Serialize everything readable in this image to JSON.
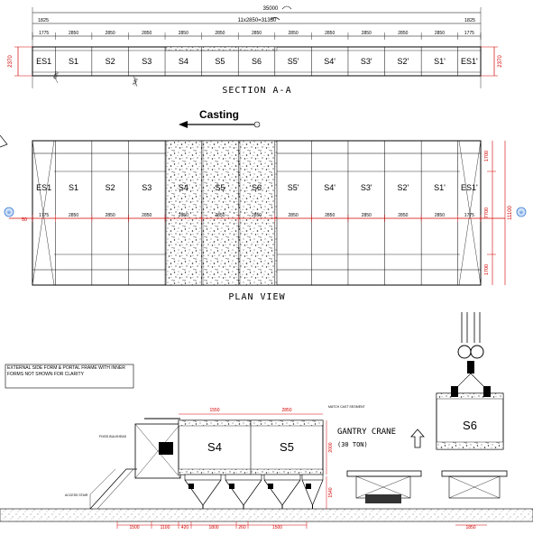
{
  "section_aa": {
    "title": "SECTION A-A",
    "overall_dim": "35000",
    "span_dim": "11x2850=31350",
    "end_dim_left": "1825",
    "end_dim_right": "1825",
    "sub_dims": [
      "1775",
      "2850",
      "2850",
      "2850",
      "2850",
      "2850",
      "2850",
      "2850",
      "2850",
      "2850",
      "2850",
      "2850",
      "1775"
    ],
    "segments": [
      "ES1",
      "S1",
      "S2",
      "S3",
      "S4",
      "S5",
      "S6",
      "S5'",
      "S4'",
      "S3'",
      "S2'",
      "S1'",
      "ES1'"
    ],
    "height_dim_left": "2370",
    "height_dim_right": "2370",
    "callout_a": "600",
    "callout_b": "340"
  },
  "plan_view": {
    "title": "PLAN VIEW",
    "casting_label": "Casting",
    "segments": [
      "ES1",
      "S1",
      "S2",
      "S3",
      "S4",
      "S5",
      "S6",
      "S5'",
      "S4'",
      "S3'",
      "S2'",
      "S1'",
      "ES1'"
    ],
    "centerline_dims": [
      "1775",
      "2850",
      "2850",
      "2850",
      "2850",
      "2850",
      "2850",
      "2850",
      "2850",
      "2850",
      "2850",
      "2850",
      "1775"
    ],
    "left_dim": "50",
    "right_dims": [
      "1700",
      "7700",
      "1700"
    ],
    "overall_width_dim": "11100"
  },
  "elevation": {
    "note": "EXTERNAL SIDE FORM & PORTAL FRAME WITH INNER FORMS NOT SHOWN FOR CLARITY",
    "crane_label": "GANTRY CRANE (30 TON)",
    "segments": [
      "S4",
      "S5"
    ],
    "hanging_segment": "S6",
    "top_dims": [
      "1550",
      "2850"
    ],
    "height_dim": "2000",
    "height_dim_low": "1540",
    "base_dims": [
      "1500",
      "1100",
      "420",
      "1800",
      "260",
      "1500"
    ],
    "base_dim_right": "1850",
    "small_labels": {
      "fixed_bulkhead": "FIXED BULKHEAD",
      "access_stair": "ACCESS STAIR",
      "match_cast": "MATCH CAST SEGMENT"
    }
  },
  "colors": {
    "line": "#000000",
    "dim": "#d40000",
    "hatch": "#222222",
    "accent": "#3a7bd5"
  }
}
